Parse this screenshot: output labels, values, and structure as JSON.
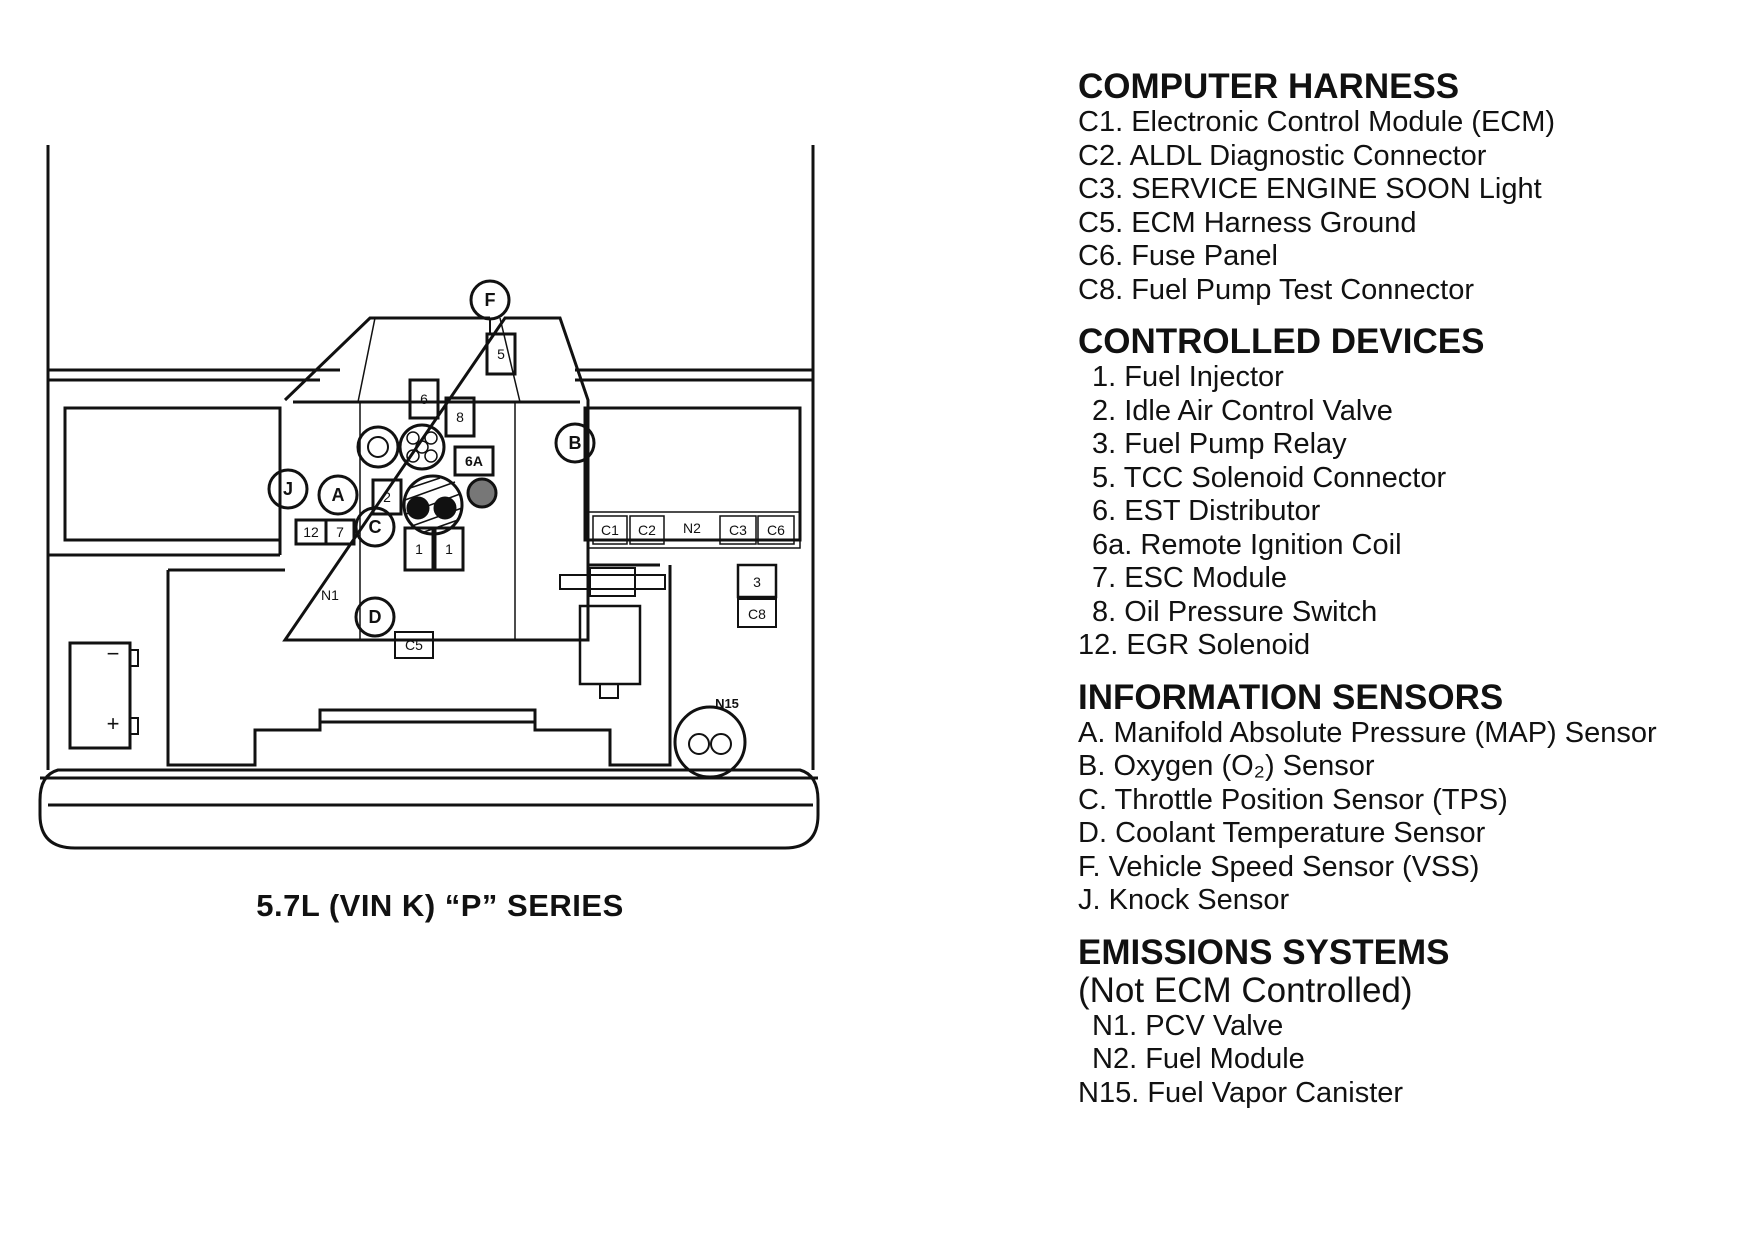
{
  "diagram": {
    "caption": "5.7L (VIN K) “P” SERIES",
    "labels": {
      "F": "F",
      "B": "B",
      "J": "J",
      "A": "A",
      "C": "C",
      "D": "D",
      "n1": "N1",
      "n2": "N2",
      "n15": "N15",
      "c1": "C1",
      "c2": "C2",
      "c3": "C3",
      "c5": "C5",
      "c6": "C6",
      "c8": "C8",
      "d5": "5",
      "d6": "6",
      "d8": "8",
      "d6a": "6A",
      "d2": "2",
      "d12": "12",
      "d7": "7",
      "d1a": "1",
      "d1b": "1",
      "d3": "3",
      "minus": "−",
      "plus": "+"
    }
  },
  "legend": {
    "sections": [
      {
        "title": "COMPUTER HARNESS",
        "items": [
          {
            "code": "C1.",
            "text": "Electronic Control Module (ECM)"
          },
          {
            "code": "C2.",
            "text": "ALDL Diagnostic Connector"
          },
          {
            "code": "C3.",
            "text": "SERVICE ENGINE SOON Light"
          },
          {
            "code": "C5.",
            "text": "ECM Harness Ground"
          },
          {
            "code": "C6.",
            "text": "Fuse Panel"
          },
          {
            "code": "C8.",
            "text": "Fuel Pump Test Connector"
          }
        ]
      },
      {
        "title": "CONTROLLED DEVICES",
        "items": [
          {
            "code": "1.",
            "text": "Fuel Injector",
            "indent": true
          },
          {
            "code": "2.",
            "text": "Idle Air Control Valve",
            "indent": true
          },
          {
            "code": "3.",
            "text": "Fuel Pump Relay",
            "indent": true
          },
          {
            "code": "5.",
            "text": "TCC Solenoid Connector",
            "indent": true
          },
          {
            "code": "6.",
            "text": "EST Distributor",
            "indent": true
          },
          {
            "code": "6a.",
            "text": "Remote Ignition Coil",
            "indent": true
          },
          {
            "code": "7.",
            "text": "ESC Module",
            "indent": true
          },
          {
            "code": "8.",
            "text": "Oil Pressure Switch",
            "indent": true
          },
          {
            "code": "12.",
            "text": "EGR Solenoid"
          }
        ]
      },
      {
        "title": "INFORMATION SENSORS",
        "items": [
          {
            "code": "A.",
            "text": "Manifold Absolute Pressure (MAP) Sensor"
          },
          {
            "code": "B.",
            "text": "Oxygen (O₂) Sensor"
          },
          {
            "code": "C.",
            "text": "Throttle Position Sensor (TPS)"
          },
          {
            "code": "D.",
            "text": "Coolant Temperature Sensor"
          },
          {
            "code": "F.",
            "text": "Vehicle Speed Sensor (VSS)"
          },
          {
            "code": "J.",
            "text": "Knock Sensor"
          }
        ]
      },
      {
        "title": "EMISSIONS SYSTEMS",
        "subtitle": "(Not ECM Controlled)",
        "items": [
          {
            "code": "N1.",
            "text": "PCV Valve",
            "indent": true
          },
          {
            "code": "N2.",
            "text": "Fuel Module",
            "indent": true
          },
          {
            "code": "N15.",
            "text": "Fuel Vapor Canister"
          }
        ]
      }
    ]
  }
}
